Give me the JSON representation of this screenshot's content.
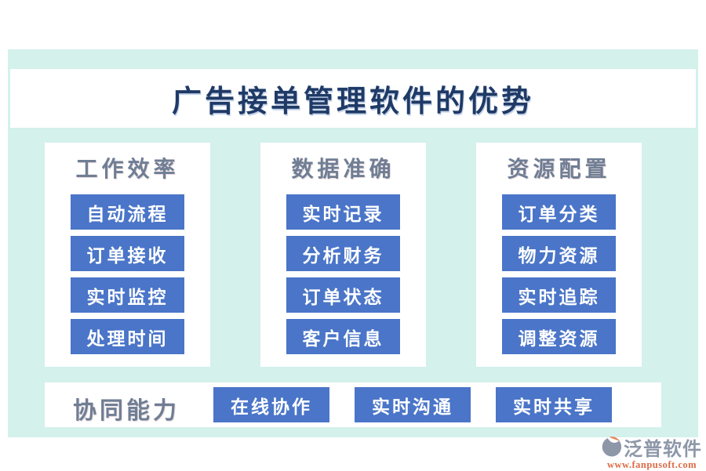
{
  "page": {
    "title": "广告接单管理软件的优势"
  },
  "columns": [
    {
      "header": "工作效率",
      "items": [
        "自动流程",
        "订单接收",
        "实时监控",
        "处理时间"
      ]
    },
    {
      "header": "数据准确",
      "items": [
        "实时记录",
        "分析财务",
        "订单状态",
        "客户信息"
      ]
    },
    {
      "header": "资源配置",
      "items": [
        "订单分类",
        "物力资源",
        "实时追踪",
        "调整资源"
      ]
    }
  ],
  "bottom": {
    "header": "协同能力",
    "items": [
      "在线协作",
      "实时沟通",
      "实时共享"
    ]
  },
  "footer": {
    "brand": "泛普软件",
    "url": "www.fanpusoft.com",
    "logo_icon": "fanpu-swoosh-icon"
  },
  "colors": {
    "background_mint": "#d4f1ec",
    "button_blue": "#4a75c8",
    "title_navy": "#1f3a66",
    "section_header_gray_blue": "#6f7e94",
    "brand_gray": "#8d97a8",
    "url_orange": "#dd6b45",
    "logo_orange": "#e8875f"
  }
}
